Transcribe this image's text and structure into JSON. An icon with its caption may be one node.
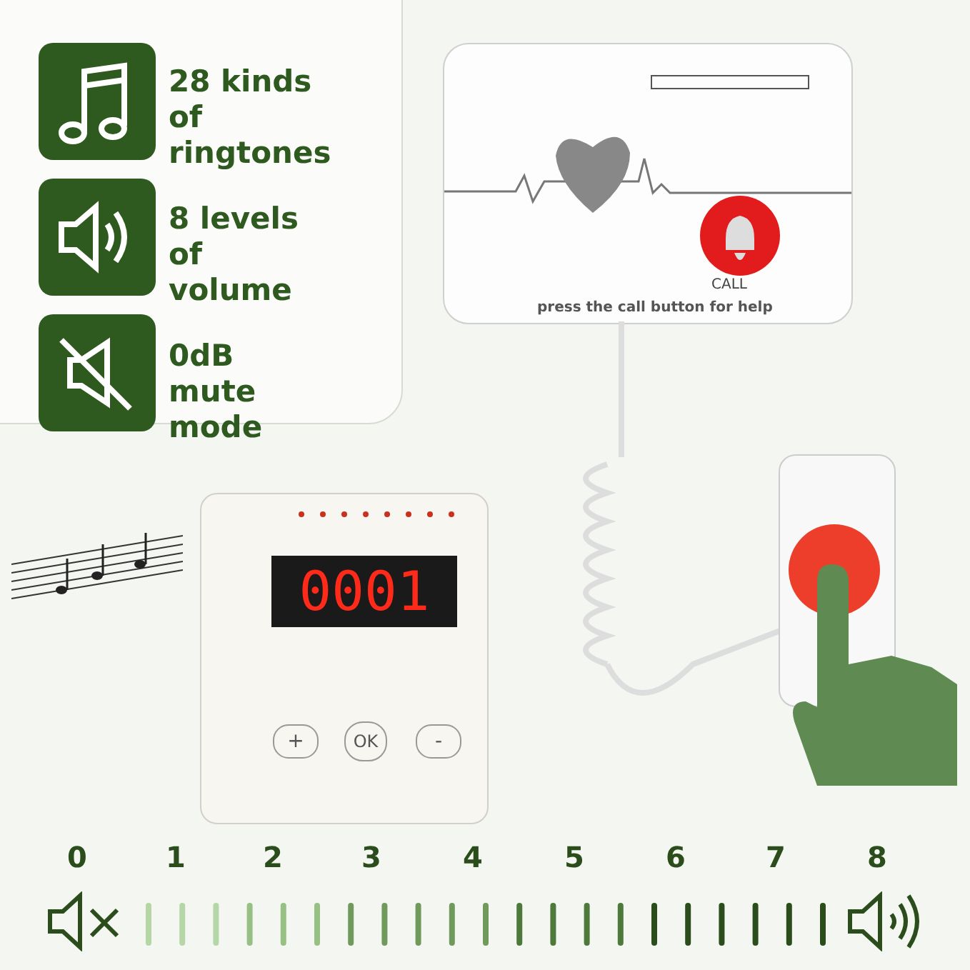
{
  "diagram": {
    "labels": [
      "28 kinds of ringtones",
      "8 levels of volume",
      "0dB mute mode",
      "CALL",
      "press the call button for help",
      "0001",
      "+",
      "OK",
      "-",
      "0",
      "1",
      "2",
      "3",
      "4",
      "5",
      "6",
      "7",
      "8"
    ]
  }
}
